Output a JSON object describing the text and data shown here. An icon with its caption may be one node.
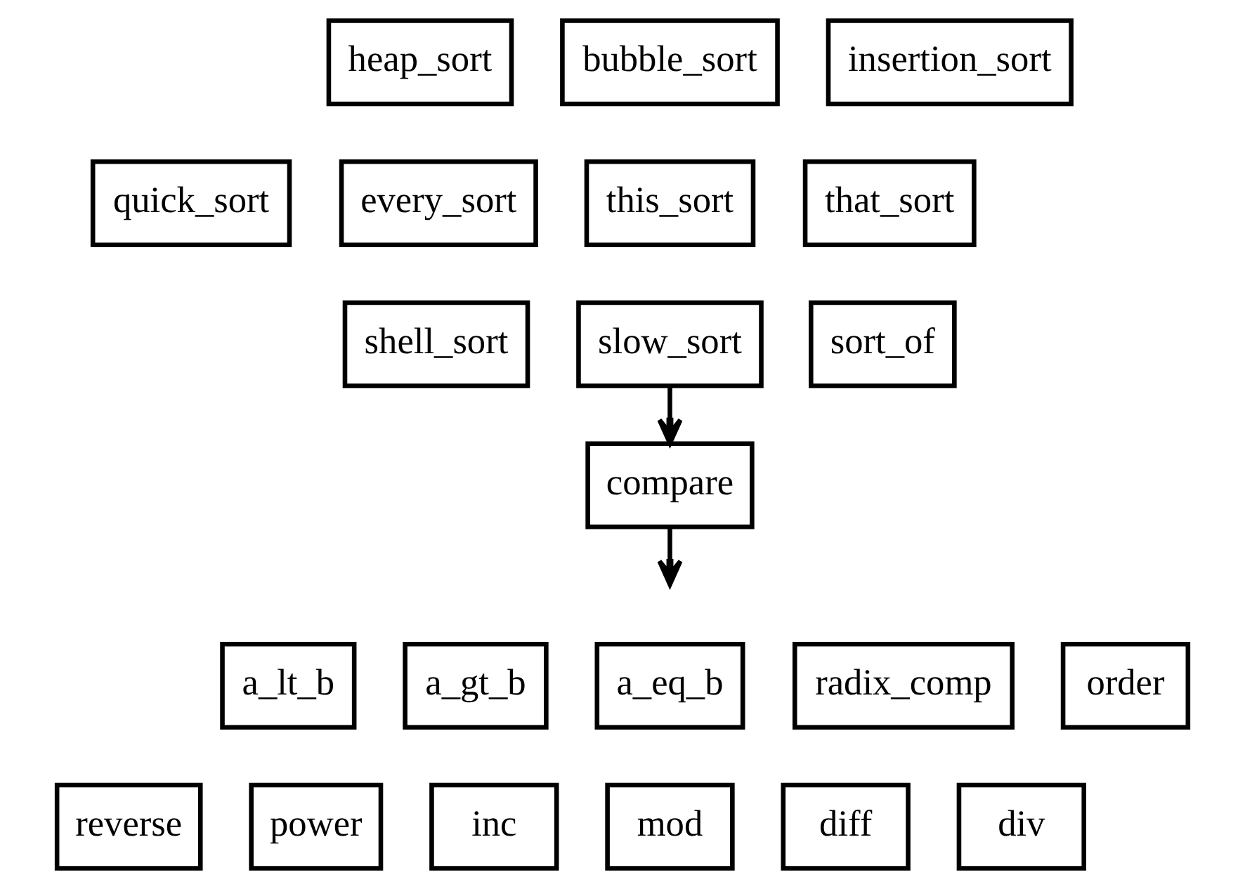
{
  "diagram": {
    "nodes": [
      {
        "text": [
          "heap_sort"
        ]
      },
      {
        "text": [
          "bubble_sort"
        ]
      },
      {
        "text": [
          "insertion_sort"
        ]
      },
      {
        "text": [
          "quick_sort"
        ]
      },
      {
        "text": [
          "every_sort"
        ]
      },
      {
        "text": [
          "this_sort"
        ]
      },
      {
        "text": [
          "that_sort"
        ]
      },
      {
        "text": [
          "shell_sort"
        ]
      },
      {
        "text": [
          "slow_sort"
        ]
      },
      {
        "text": [
          "sort_of"
        ]
      },
      {
        "text": [
          "compare"
        ]
      },
      {
        "text": [
          "a_lt_b"
        ]
      },
      {
        "text": [
          "a_gt_b"
        ]
      },
      {
        "text": [
          "a_eq_b"
        ]
      },
      {
        "text": [
          "radix_comp"
        ]
      },
      {
        "text": [
          "order"
        ]
      },
      {
        "text": [
          "reverse"
        ]
      },
      {
        "text": [
          "power"
        ]
      },
      {
        "text": [
          "inc"
        ]
      },
      {
        "text": [
          "mod"
        ]
      },
      {
        "text": [
          "diff"
        ]
      },
      {
        "text": [
          "div"
        ]
      }
    ],
    "edges": [
      {
        "from": 8,
        "to": 10,
        "arrow": "to"
      },
      {
        "from": 10,
        "to": null,
        "arrow": "to"
      }
    ]
  }
}
